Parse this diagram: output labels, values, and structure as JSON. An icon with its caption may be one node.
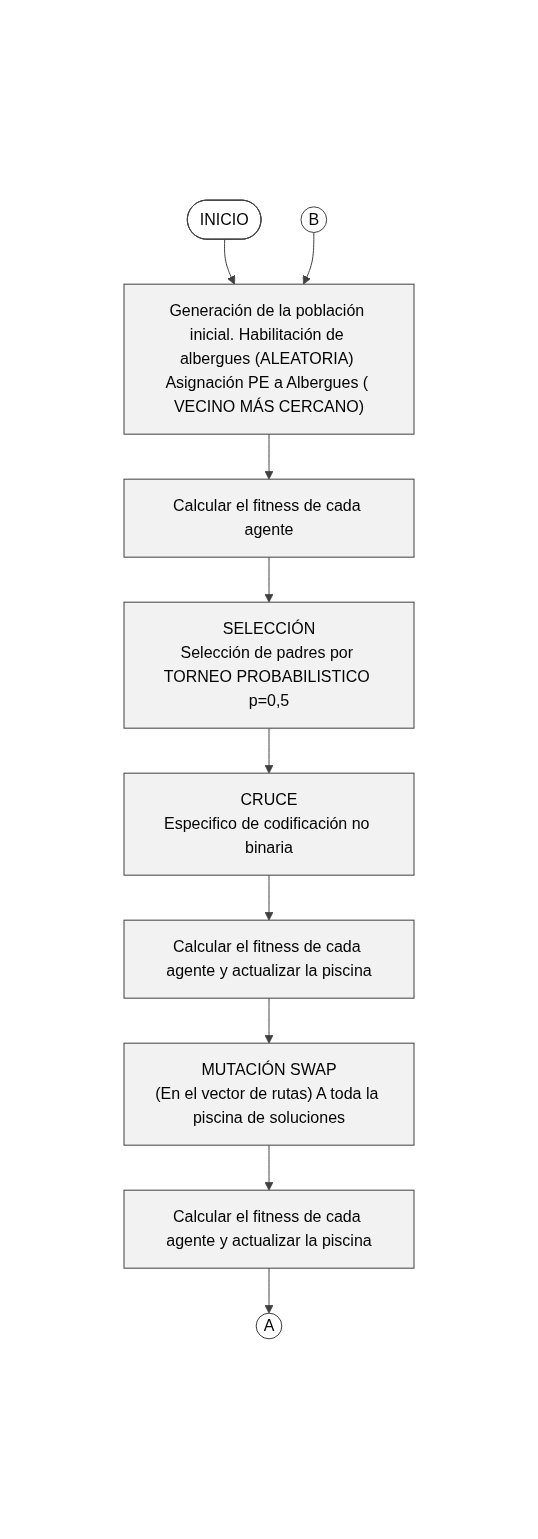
{
  "diagram": {
    "nodes": [
      {
        "text": [
          "INICIO"
        ]
      },
      {
        "text": [
          "Generación de la población inicial. Habilitación de albergues (ALEATORIA) Asignación PE a Albergues ( VECINO MÁS CERCANO)"
        ]
      },
      {
        "text": [
          "B"
        ]
      },
      {
        "text": [
          "Calcular el fitness de cada agente"
        ]
      },
      {
        "text": [
          "SELECCIÓN",
          "Selección de padres por TORNEO PROBABILISTICO p=0,5"
        ]
      },
      {
        "text": [
          "CRUCE",
          "Especifico de codificación no binaria"
        ]
      },
      {
        "text": [
          "Calcular el fitness de cada agente y actualizar la piscina"
        ]
      },
      {
        "text": [
          "MUTACIÓN SWAP",
          "(En el vector de rutas) A toda la piscina de soluciones"
        ]
      },
      {
        "text": [
          "Calcular el fitness de cada agente y actualizar la piscina"
        ]
      },
      {
        "text": [
          "A"
        ]
      }
    ],
    "edges": [
      {
        "from": 0,
        "to": 1,
        "arrow": "to"
      },
      {
        "from": 2,
        "to": 1,
        "arrow": "to"
      },
      {
        "from": 1,
        "to": 3,
        "arrow": "to"
      },
      {
        "from": 3,
        "to": 4,
        "arrow": "to"
      },
      {
        "from": 4,
        "to": 5,
        "arrow": "to"
      },
      {
        "from": 5,
        "to": 6,
        "arrow": "to"
      },
      {
        "from": 6,
        "to": 7,
        "arrow": "to"
      },
      {
        "from": 7,
        "to": 8,
        "arrow": "to"
      },
      {
        "from": 8,
        "to": 9,
        "arrow": "to"
      }
    ]
  }
}
